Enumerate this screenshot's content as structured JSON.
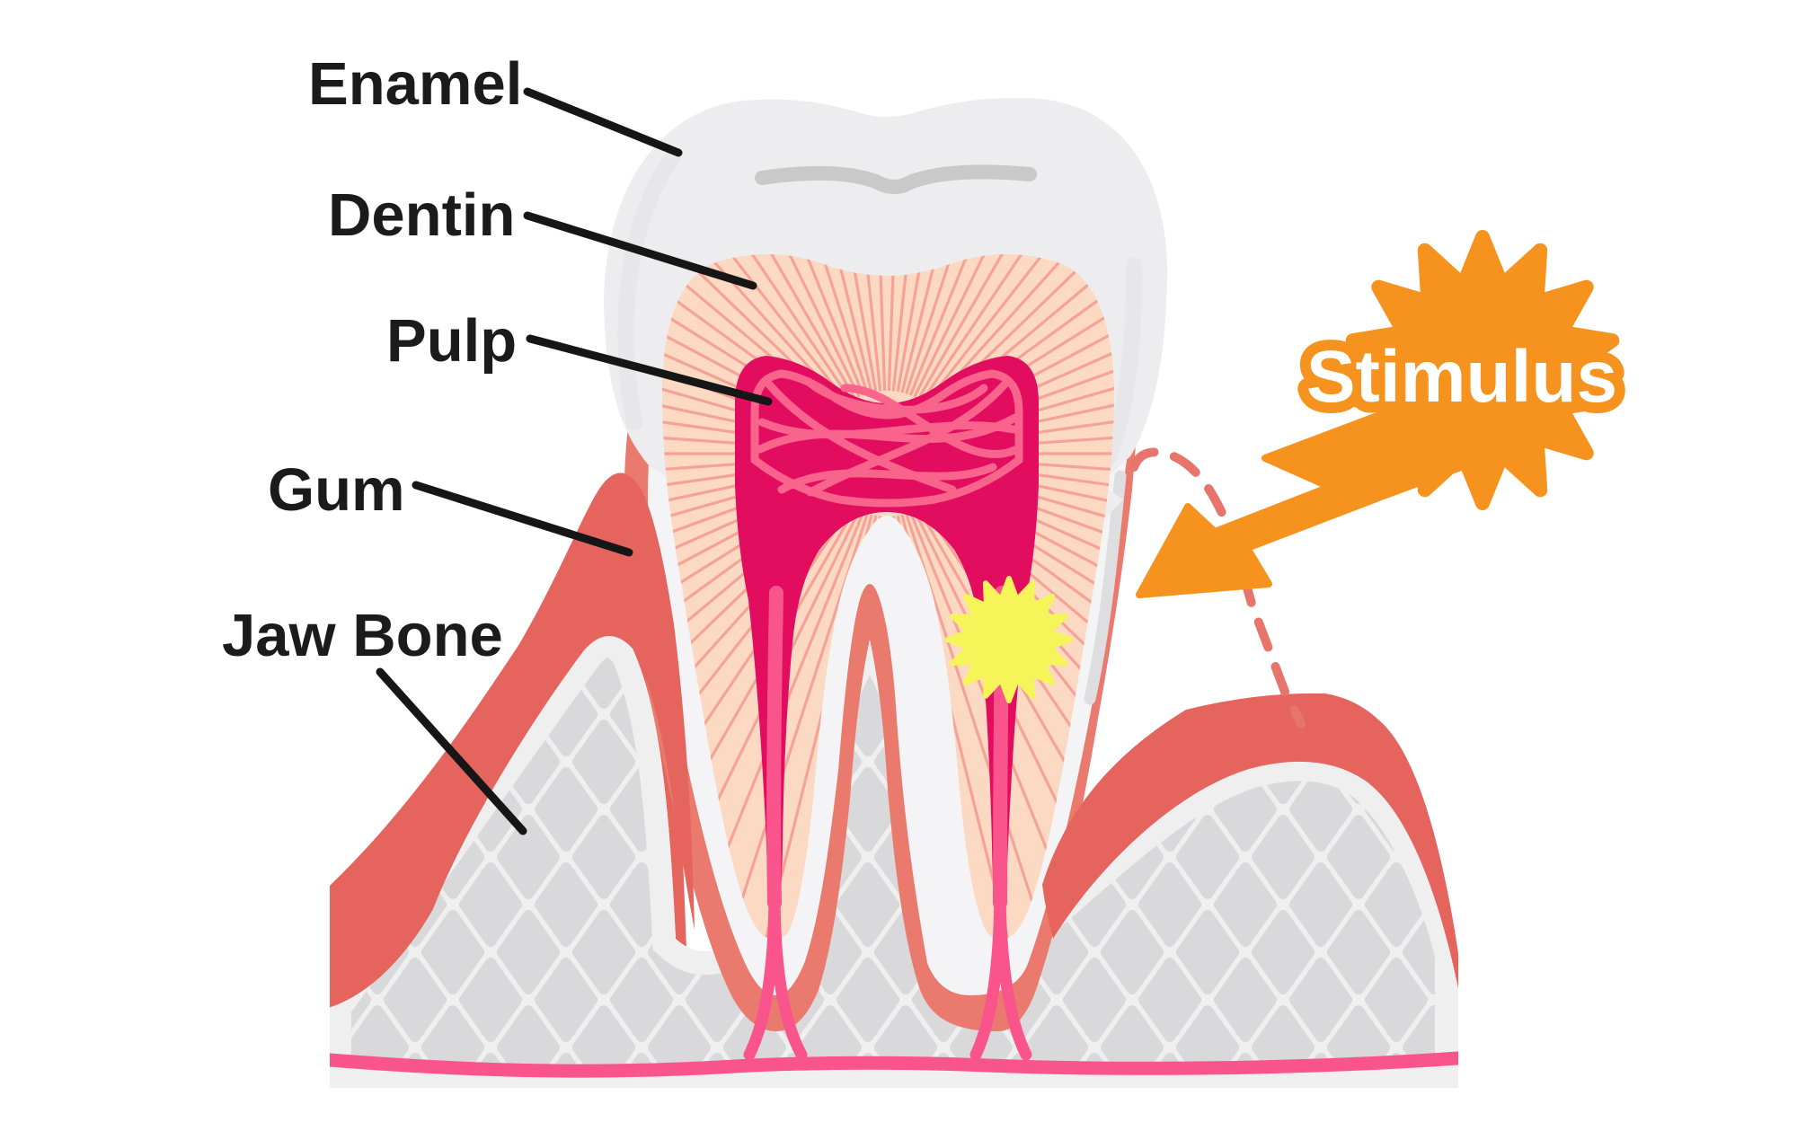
{
  "diagram": {
    "type": "dental-anatomy-illustration",
    "labels": [
      {
        "id": "enamel",
        "text": "Enamel"
      },
      {
        "id": "dentin",
        "text": "Dentin"
      },
      {
        "id": "pulp",
        "text": "Pulp"
      },
      {
        "id": "gum",
        "text": "Gum"
      },
      {
        "id": "jaw-bone",
        "text": "Jaw Bone"
      }
    ],
    "stimulus": {
      "text": "Stimulus"
    },
    "colors": {
      "background": "#FFFFFF",
      "label_text": "#1B1B1B",
      "leader_line": "#161616",
      "enamel": "#EDEDEF",
      "enamel_shadow": "#E3E3E6",
      "groove": "#C9C9C9",
      "dentin": "#FBD9C3",
      "dentin_ray": "#F4998F",
      "pulp": "#E30D60",
      "pulp_vessel": "#F9648C",
      "nerve": "#F9548C",
      "cementum": "#F4F4F6",
      "ligament": "#EA7A6D",
      "gum": "#E5655E",
      "gum_dashed": "#E8756B",
      "bone_bg": "#EFEFEF",
      "bone_diamond": "#D9D9DB",
      "stimulus_orange": "#F6921E",
      "pain_yellow": "#F5F559"
    }
  }
}
